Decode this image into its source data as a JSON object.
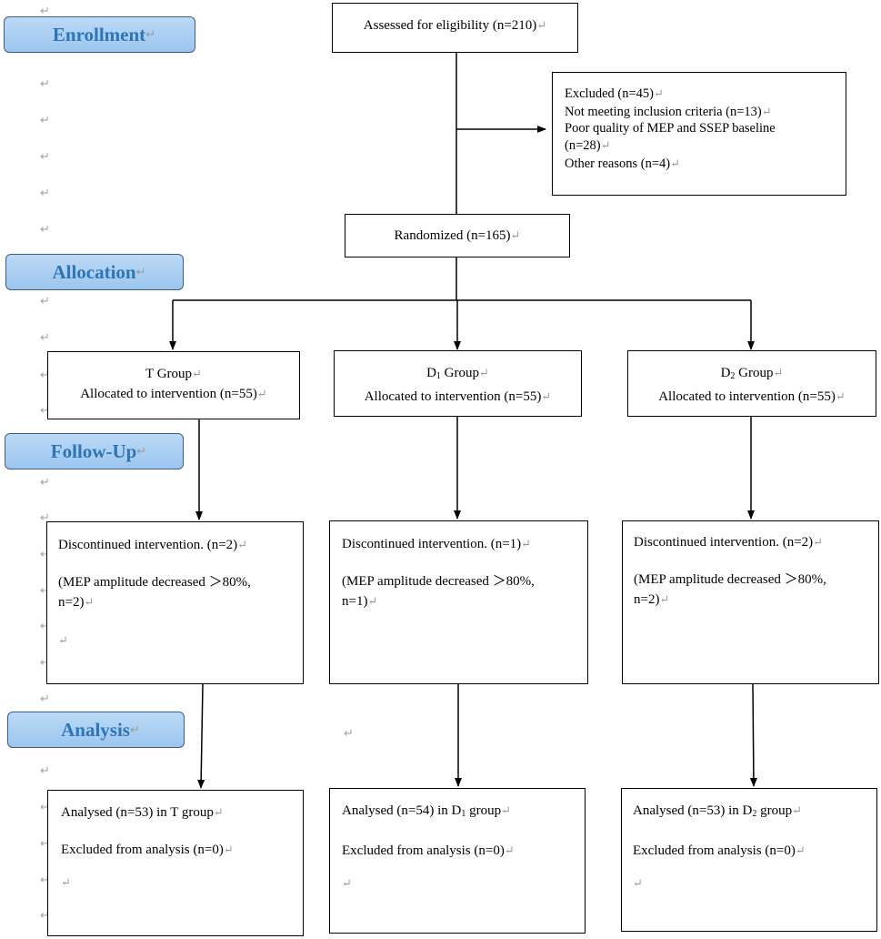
{
  "pilcrow": "↵",
  "stages": {
    "enrollment": "Enrollment",
    "allocation": "Allocation",
    "follow_up": "Follow-Up",
    "analysis": "Analysis"
  },
  "assessed": "Assessed for eligibility (n=210)",
  "excluded": {
    "title": "Excluded (n=45)",
    "line1": "Not meeting inclusion criteria (n=13)",
    "line2a": "Poor quality of MEP and SSEP baseline",
    "line2b": "(n=28)",
    "line3": "Other reasons (n=4)"
  },
  "randomized": "Randomized (n=165)",
  "groups": {
    "t": {
      "name": "T Group",
      "allocated": "Allocated to intervention (n=55)",
      "discontinued": "Discontinued intervention. (n=2)",
      "reason_a": "(MEP amplitude decreased ＞80%,",
      "reason_b": "n=2)",
      "analysed": "Analysed (n=53) in T group",
      "excluded_analysis": "Excluded from analysis (n=0)"
    },
    "d1": {
      "name_prefix": "D",
      "name_sub": "1",
      "name_suffix": " Group",
      "allocated": "Allocated to intervention (n=55)",
      "discontinued": "Discontinued intervention. (n=1)",
      "reason_a": "(MEP amplitude decreased ＞80%,",
      "reason_b": "n=1)",
      "analysed_prefix": "Analysed (n=54) in D",
      "analysed_sub": "1",
      "analysed_suffix": " group",
      "excluded_analysis": "Excluded from analysis (n=0)"
    },
    "d2": {
      "name_prefix": "D",
      "name_sub": "2",
      "name_suffix": " Group",
      "allocated": "Allocated to intervention (n=55)",
      "discontinued": "Discontinued intervention. (n=2)",
      "reason_a": "(MEP amplitude decreased ＞80%,",
      "reason_b": "n=2)",
      "analysed_prefix": "Analysed (n=53) in D",
      "analysed_sub": "2",
      "analysed_suffix": " group",
      "excluded_analysis": "Excluded from analysis (n=0)"
    }
  }
}
